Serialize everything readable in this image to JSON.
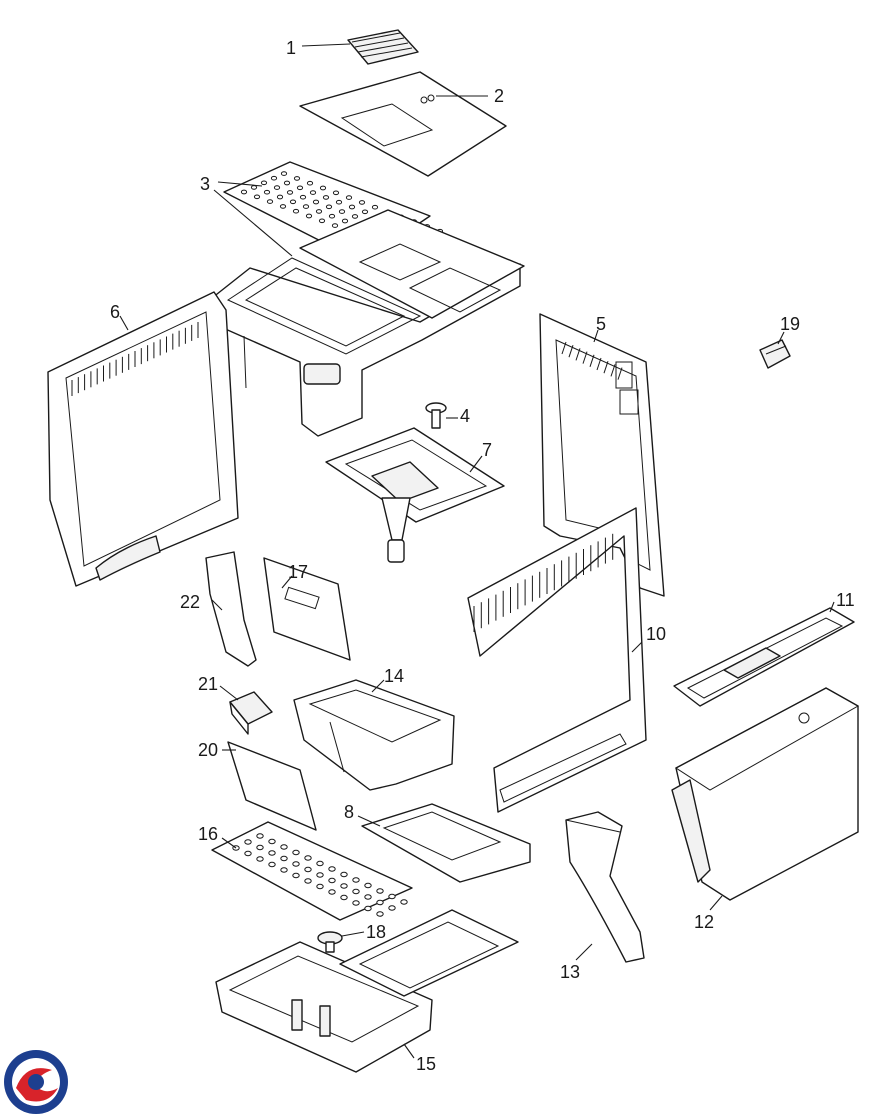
{
  "callouts": [
    "1",
    "2",
    "3",
    "4",
    "5",
    "6",
    "7",
    "8",
    "10",
    "11",
    "12",
    "13",
    "14",
    "15",
    "16",
    "17",
    "18",
    "19",
    "20",
    "21",
    "22"
  ],
  "logo": {
    "name": "brand-logo",
    "colors": [
      "#1d3f8f",
      "#d8232a"
    ]
  }
}
